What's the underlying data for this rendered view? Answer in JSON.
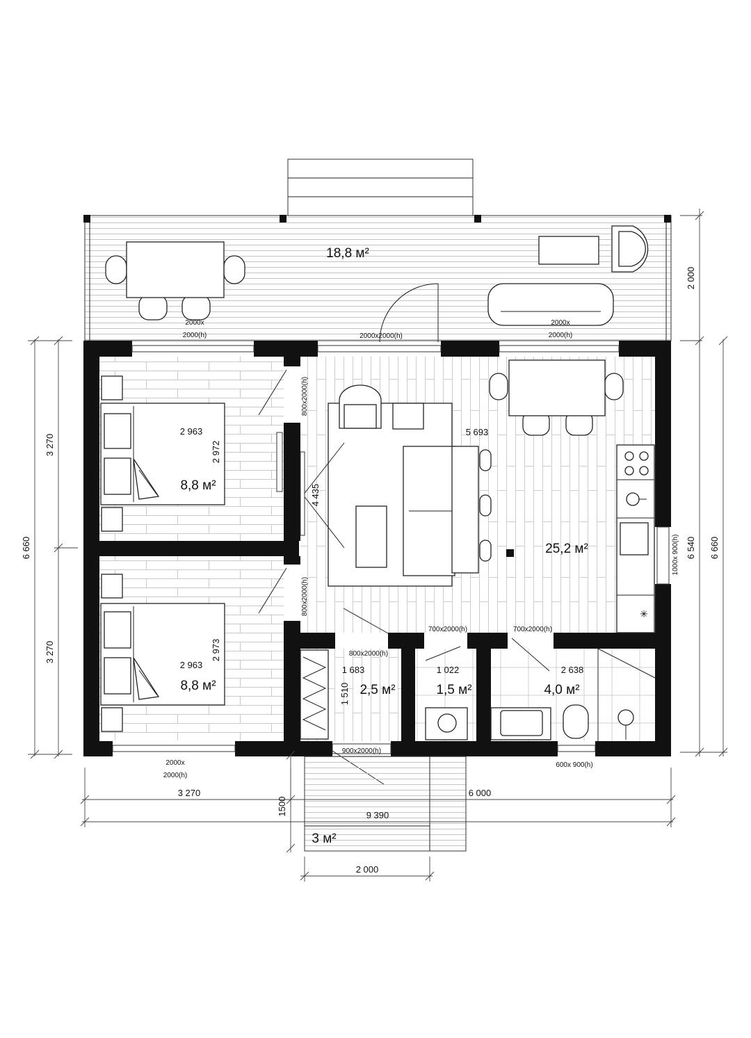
{
  "areas": {
    "terrace": "18,8 м²",
    "bedroom_top": "8,8 м²",
    "bedroom_bottom": "8,8 м²",
    "living": "25,2 м²",
    "hall": "2,5 м²",
    "wc": "1,5 м²",
    "bath": "4,0 м²",
    "porch": "3 м²"
  },
  "room_dims": {
    "bedroom_top_w": "2 963",
    "bedroom_top_h": "2 972",
    "bedroom_bottom_w": "2 963",
    "bedroom_bottom_h": "2 973",
    "living_w": "5 693",
    "living_h": "4 435",
    "hall_w": "1 683",
    "hall_h": "1 510",
    "wc_w": "1 022",
    "bath_w": "2 638"
  },
  "openings": {
    "terrace_window_left_a": "2000x",
    "terrace_window_left_b": "2000(h)",
    "terrace_door": "2000x2000(h)",
    "terrace_window_right_a": "2000x",
    "terrace_window_right_b": "2000(h)",
    "bed_top_door": "800x2000(h)",
    "bed_bottom_door": "800x2000(h)",
    "hall_door": "800x2000(h)",
    "wc_door": "700x2000(h)",
    "bath_door": "700x2000(h)",
    "kitchen_window": "1000x 900(h)",
    "entry_door": "900x2000(h)",
    "bath_window": "600x 900(h)",
    "bed_bottom_window_a": "2000x",
    "bed_bottom_window_b": "2000(h)"
  },
  "dimensions": {
    "terrace_depth": "2 000",
    "left_top": "3 270",
    "left_bottom": "3 270",
    "left_total": "6 660",
    "right_inner": "6 540",
    "right_total": "6 660",
    "bottom_left": "3 270",
    "bottom_right": "6 000",
    "bottom_total": "9 390",
    "porch_depth": "1500",
    "porch_width": "2 000"
  }
}
